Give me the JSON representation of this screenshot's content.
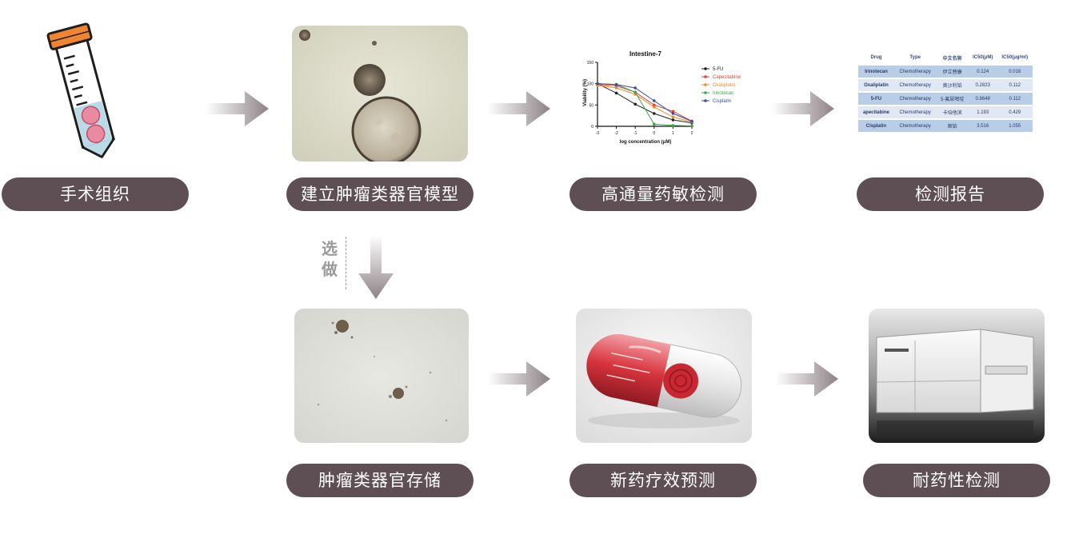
{
  "steps": {
    "surgery": "手术组织",
    "model": "建立肿瘤类器官模型",
    "screening": "高通量药敏检测",
    "report": "检测报告",
    "storage": "肿瘤类器官存储",
    "new_drug": "新药疗效预测",
    "resistance": "耐药性检测"
  },
  "optional_label": [
    "选",
    "做"
  ],
  "chart": {
    "title": "Intestine-7",
    "xlabel": "log concentration (μM)",
    "ylabel": "Viability (%)",
    "x_ticks": [
      "-3",
      "-2",
      "-1",
      "0",
      "1",
      "2"
    ],
    "y_ticks": [
      "150",
      "100",
      "50",
      "0"
    ]
  },
  "chart_data": {
    "type": "line",
    "title": "Intestine-7",
    "xlabel": "log concentration (μM)",
    "ylabel": "Viability (%)",
    "xlim": [
      -3,
      2
    ],
    "ylim": [
      0,
      150
    ],
    "x": [
      -3,
      -2,
      -1,
      0,
      1,
      2
    ],
    "legend": "right",
    "series": [
      {
        "name": "5-FU",
        "color": "#222222",
        "values": [
          100,
          78,
          52,
          30,
          15,
          8
        ]
      },
      {
        "name": "Capecitabine",
        "color": "#e0402a",
        "values": [
          98,
          95,
          80,
          50,
          35,
          12
        ]
      },
      {
        "name": "Oxaliplatin",
        "color": "#f08a2a",
        "values": [
          96,
          90,
          75,
          45,
          22,
          10
        ]
      },
      {
        "name": "Irinotecan",
        "color": "#3aa64a",
        "values": [
          100,
          98,
          80,
          5,
          2,
          1
        ]
      },
      {
        "name": "Cisplatin",
        "color": "#3a4c9a",
        "values": [
          100,
          98,
          90,
          60,
          30,
          12
        ]
      }
    ]
  },
  "table": {
    "headers": [
      "Drug",
      "Type",
      "中文名称",
      "IC50(μM)",
      "IC50(μg/ml)"
    ],
    "rows": [
      [
        "Irinotecan",
        "Chemotherapy",
        "伊立替康",
        "0.124",
        "0.016"
      ],
      [
        "Oxaliplatin",
        "Chemotherapy",
        "奥沙利铂",
        "0.2823",
        "0.112"
      ],
      [
        "5-FU",
        "Chemotherapy",
        "5-氟尿嘧啶",
        "0.8648",
        "0.112"
      ],
      [
        "apecitabine",
        "Chemotherapy",
        "卡培他滨",
        "1.193",
        "0.429"
      ],
      [
        "Cisplatin",
        "Chemotherapy",
        "顺铂",
        "3.516",
        "1.055"
      ]
    ]
  }
}
